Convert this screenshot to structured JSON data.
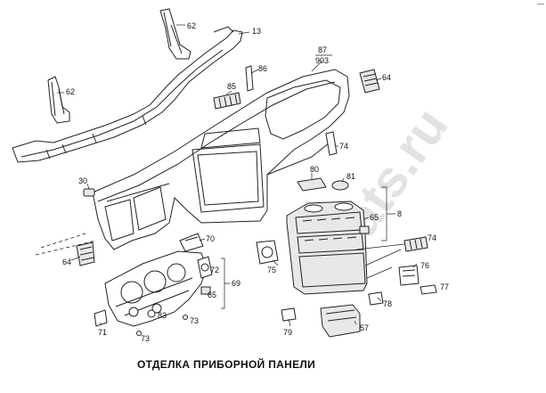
{
  "diagram": {
    "caption": "ОТДЕЛКА ПРИБОРНОЙ ПАНЕЛИ",
    "watermark": "elcats.ru",
    "corner_mark": "—",
    "callouts": {
      "c62a": "62",
      "c13": "13",
      "c62b": "62",
      "c86": "86",
      "c87": "87",
      "c903": "903",
      "c64a": "64",
      "c85": "85",
      "c74a": "74",
      "c30": "30",
      "c80": "80",
      "c81": "81",
      "c8": "8",
      "c65a": "65",
      "c70": "70",
      "c74b": "74",
      "c64b": "64",
      "c75": "75",
      "c76": "76",
      "c72": "72",
      "c69": "69",
      "c65b": "65",
      "c77": "77",
      "c78": "78",
      "c83": "83",
      "c71": "71",
      "c73a": "73",
      "c73b": "73",
      "c79": "79",
      "c57": "57"
    }
  }
}
